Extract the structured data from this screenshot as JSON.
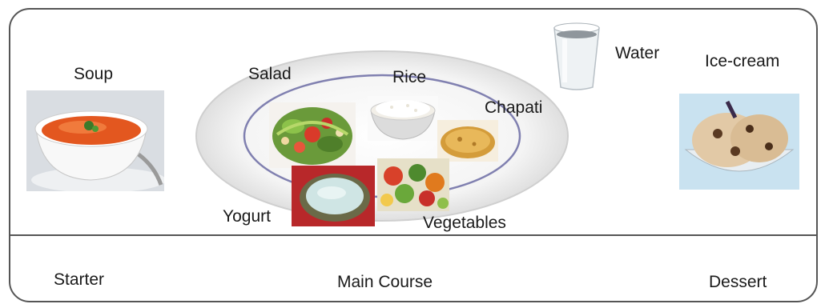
{
  "dishes": {
    "soup": "Soup",
    "salad": "Salad",
    "rice": "Rice",
    "chapati": "Chapati",
    "water": "Water",
    "ice_cream": "Ice-cream",
    "yogurt": "Yogurt",
    "vegetables": "Vegetables"
  },
  "sections": {
    "starter": "Starter",
    "main_course": "Main Course",
    "dessert": "Dessert"
  }
}
